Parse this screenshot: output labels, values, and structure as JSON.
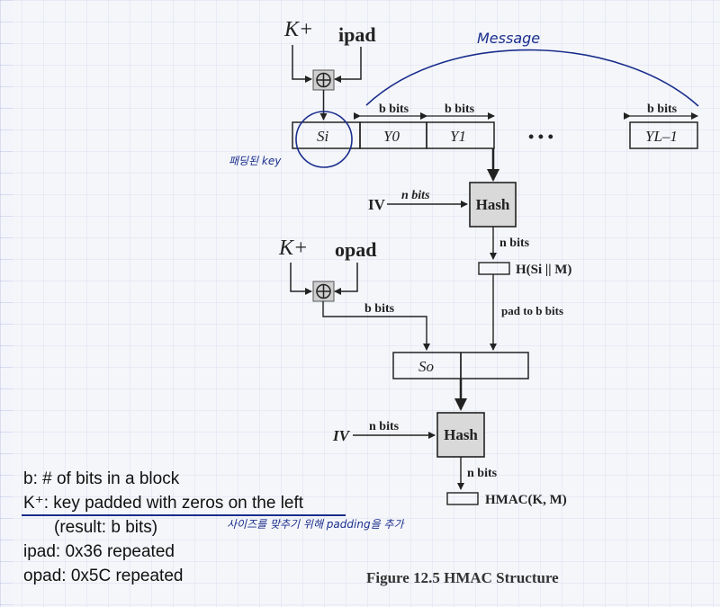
{
  "diagram": {
    "k_plus_top": "K+",
    "ipad": "ipad",
    "message": "Message",
    "b_bits": "b bits",
    "si_label": "Si",
    "y0": "Y0",
    "y1": "Y1",
    "yl": "YL–1",
    "ellipsis": "• • •",
    "padded_key_note": "패딩된 key",
    "iv_top": "IV",
    "n_bits": "n bits",
    "hash": "Hash",
    "h_si_m": "H(Si || M)",
    "k_plus_bottom": "K+",
    "opad": "opad",
    "pad_to_b_bits": "pad to b bits",
    "so_label": "So",
    "iv_bottom": "IV",
    "hmac": "HMAC(K, M)"
  },
  "notes": {
    "line1": "b: # of bits in a block",
    "line2": "K⁺: key padded with zeros on the left",
    "line3": "(result: b bits)",
    "line4": "ipad: 0x36 repeated",
    "line5": "opad: 0x5C repeated",
    "handwritten": "사이즈를 맞추기 위해 padding을 추가"
  },
  "caption": "Figure 12.5  HMAC Structure",
  "colors": {
    "ink": "#222222",
    "handwriting": "#1a2e8c",
    "hash_fill": "#d9d9d9",
    "xor_fill": "#cfcfcf"
  }
}
